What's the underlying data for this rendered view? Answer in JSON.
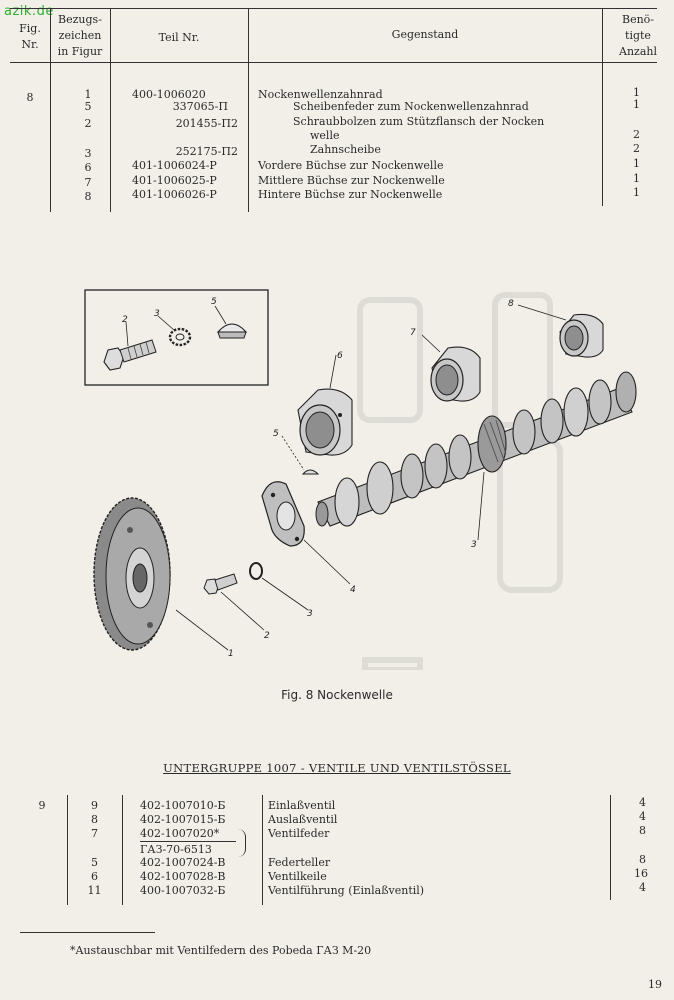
{
  "watermark": "azik.de",
  "headers": {
    "fig_line1": "Fig.",
    "fig_line2": "Nr.",
    "bez_line1": "Bezugs-",
    "bez_line2": "zeichen",
    "bez_line3": "in Figur",
    "teil": "Teil Nr.",
    "gegenstand": "Gegenstand",
    "anz_line1": "Benö-",
    "anz_line2": "tigte",
    "anz_line3": "Anzahl"
  },
  "table1": {
    "fig": "8",
    "rows": [
      {
        "ref": "1",
        "part": "400-1006020",
        "desc": "Nockenwellenzahnrad",
        "qty": "1"
      },
      {
        "ref": "5",
        "part": "337065-П",
        "desc": "Scheibenfeder zum Nockenwellenzahnrad",
        "qty": "1"
      },
      {
        "ref": "2",
        "part": "201455-П2",
        "desc": "Schraubbolzen zum Stützflansch der Nocken",
        "desc2": "welle",
        "qty": "2"
      },
      {
        "ref": "3",
        "part": "252175-П2",
        "desc": "Zahnscheibe",
        "qty": "2"
      },
      {
        "ref": "6",
        "part": "401-1006024-P",
        "desc": "Vordere Büchse zur Nockenwelle",
        "qty": "1"
      },
      {
        "ref": "7",
        "part": "401-1006025-P",
        "desc": "Mittlere Büchse zur Nockenwelle",
        "qty": "1"
      },
      {
        "ref": "8",
        "part": "401-1006026-P",
        "desc": "Hintere Büchse zur Nockenwelle",
        "qty": "1"
      }
    ]
  },
  "figure": {
    "caption": "Fig. 8  Nockenwelle",
    "labels": [
      "2",
      "3",
      "5",
      "6",
      "7",
      "8",
      "5",
      "4",
      "3",
      "2",
      "1",
      "3"
    ]
  },
  "subgroup_title": "UNTERGRUPPE 1007 - VENTILE UND VENTILSTÖSSEL",
  "table2": {
    "fig": "9",
    "rows": [
      {
        "ref": "9",
        "part": "402-1007010-Б",
        "desc": "Einlaßventil",
        "qty": "4"
      },
      {
        "ref": "8",
        "part": "402-1007015-Б",
        "desc": "Auslaßventil",
        "qty": "4"
      },
      {
        "ref": "7",
        "part": "402-1007020*",
        "part2": "ГАЗ-70-6513",
        "desc": "Ventilfeder",
        "qty": "8"
      },
      {
        "ref": "5",
        "part": "402-1007024-В",
        "desc": "Federteller",
        "qty": "8"
      },
      {
        "ref": "6",
        "part": "402-1007028-В",
        "desc": "Ventilkeile",
        "qty": "16"
      },
      {
        "ref": "11",
        "part": "400-1007032-Б",
        "desc": "Ventilführung (Einlaßventil)",
        "qty": "4"
      }
    ]
  },
  "footnote": "*Austauschbar mit Ventilfedern des Pobeda ГАЗ М-20",
  "page_number": "19"
}
